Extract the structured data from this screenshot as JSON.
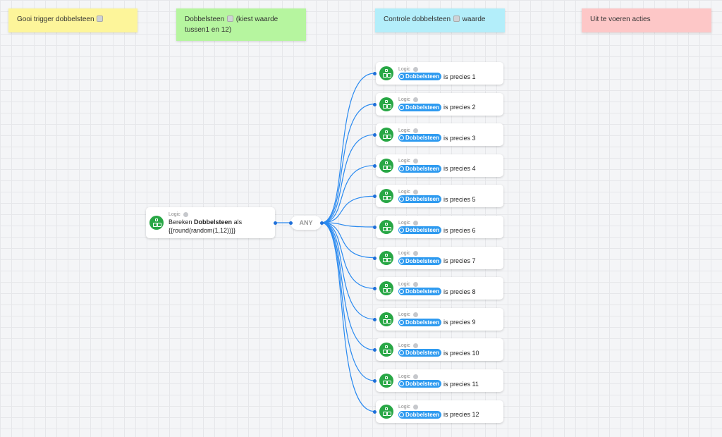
{
  "lanes": [
    {
      "id": "lane-trigger",
      "label": "Gooi trigger dobbelsteen",
      "icon": "dice-icon",
      "color": "#fdf59a"
    },
    {
      "id": "lane-dobbelsteen",
      "label_pre": "Dobbelsteen",
      "label_post": "(kiest waarde tussen1 en 12)",
      "icon": "dice-icon",
      "color": "#b6f59f"
    },
    {
      "id": "lane-controle",
      "label_pre": "Controle dobbelsteen",
      "label_post": "waarde",
      "icon": "dice-icon",
      "color": "#b3eefa"
    },
    {
      "id": "lane-acties",
      "label": "Uit te voeren acties",
      "color": "#fdc7c7"
    }
  ],
  "main_node": {
    "category": "Logic",
    "prefix": "Bereken",
    "variable": "Dobbelsteen",
    "suffix": "als",
    "expression": "{{round(random(1,12))}}"
  },
  "any_label": "ANY",
  "condition_category": "Logic",
  "condition_variable": "Dobbelsteen",
  "condition_operator": "is precies",
  "conditions": [
    "1",
    "2",
    "3",
    "4",
    "5",
    "6",
    "7",
    "8",
    "9",
    "10",
    "11",
    "12"
  ],
  "colors": {
    "logic_green": "#28a745",
    "pill_blue": "#2f9bf0",
    "wire_blue": "#2a8af0"
  }
}
